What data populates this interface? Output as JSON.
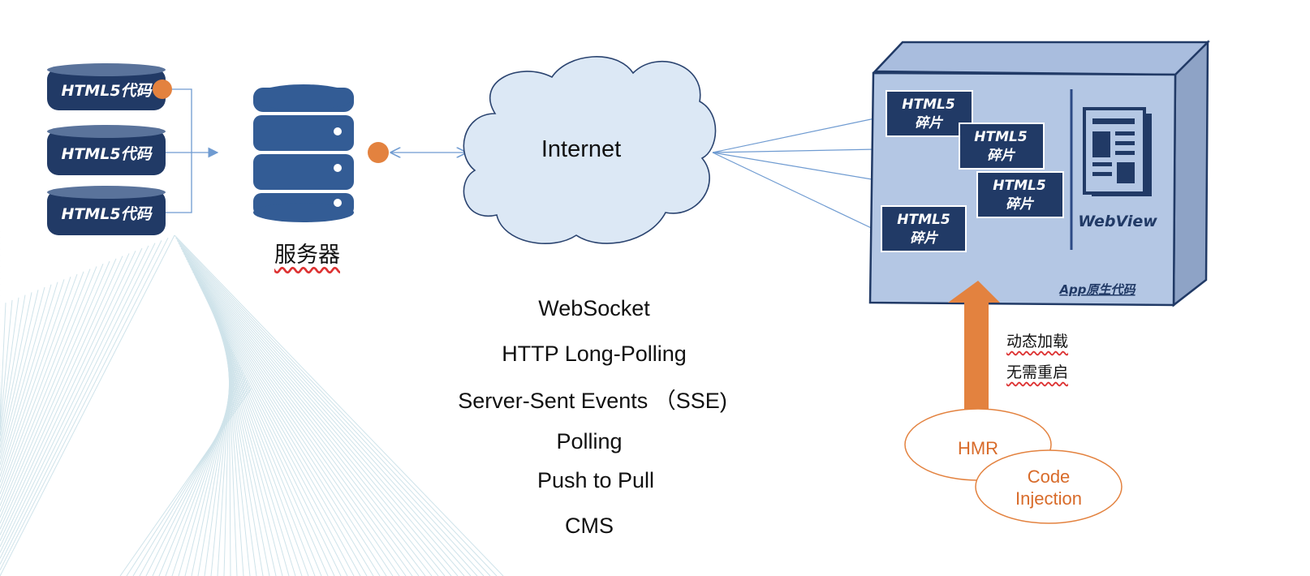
{
  "html5_sources": [
    "HTML5代码",
    "HTML5代码",
    "HTML5代码"
  ],
  "server_label": "服务器",
  "cloud_label": "Internet",
  "protocols": [
    "WebSocket",
    "HTTP Long-Polling",
    "Server-Sent Events （SSE)",
    "Polling",
    "Push to Pull",
    "CMS"
  ],
  "app_box": {
    "fragments": [
      {
        "line1": "HTML5",
        "line2": "碎片"
      },
      {
        "line1": "HTML5",
        "line2": "碎片"
      },
      {
        "line1": "HTML5",
        "line2": "碎片"
      },
      {
        "line1": "HTML5",
        "line2": "碎片"
      }
    ],
    "webview_label": "WebView",
    "native_label": "App原生代码"
  },
  "notes": {
    "line1": "动态加载",
    "line2": "无需重启"
  },
  "inputs": {
    "hmr": "HMR",
    "code_injection_line1": "Code",
    "code_injection_line2": "Injection"
  },
  "colors": {
    "navy": "#213a66",
    "server_blue": "#335c95",
    "orange": "#e3823f",
    "cloud_fill": "#dce8f5",
    "app_box": "#b4c7e4",
    "arrow_blue": "#6f9bd1"
  }
}
